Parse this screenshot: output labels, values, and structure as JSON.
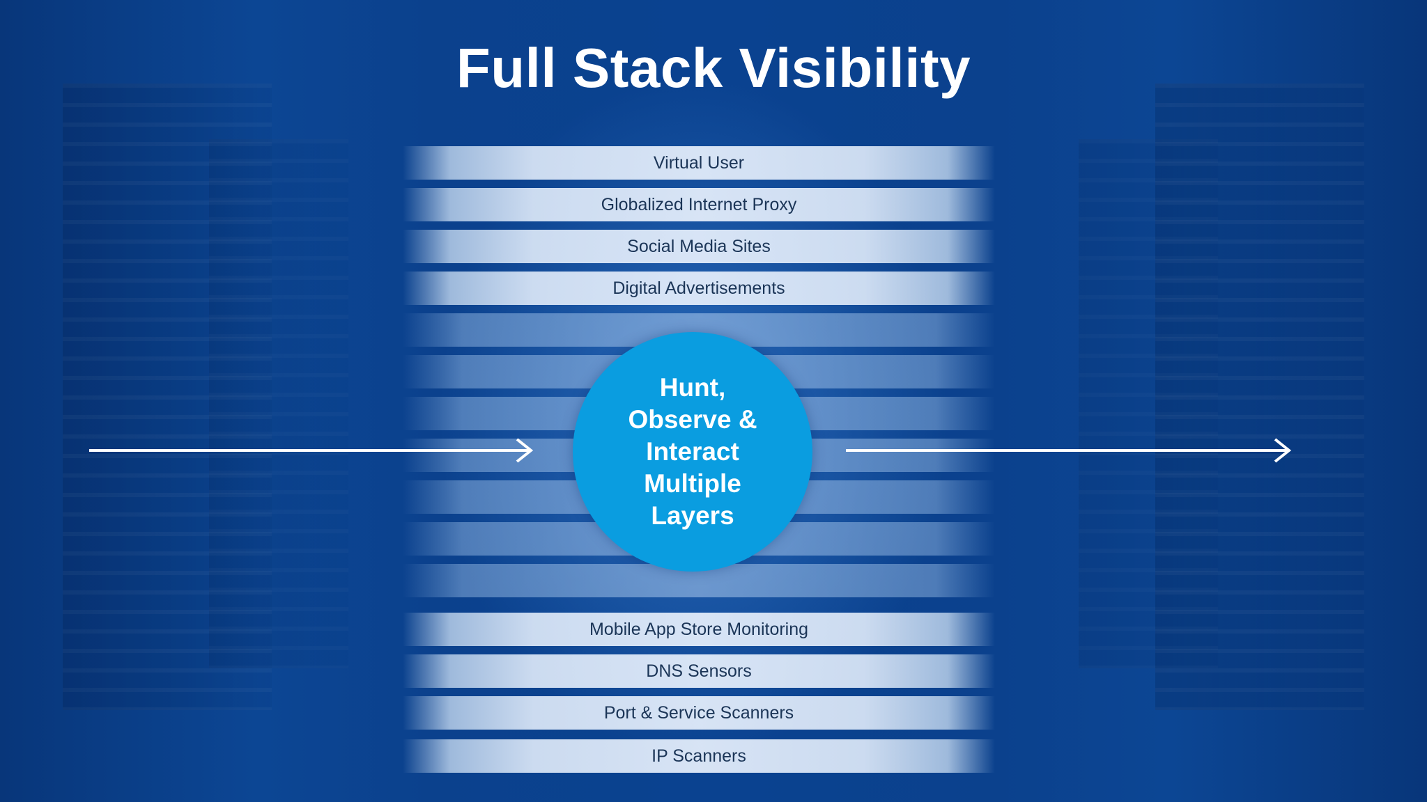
{
  "title": "Full Stack Visibility",
  "top_layers": [
    "Virtual User",
    "Globalized Internet Proxy",
    "Social Media Sites",
    "Digital Advertisements"
  ],
  "bottom_layers": [
    "Mobile App Store Monitoring",
    "DNS Sensors",
    "Port & Service Scanners",
    "IP Scanners"
  ],
  "hub": {
    "line1": "Hunt,",
    "line2": "Observe &",
    "line3": "Interact",
    "line4": "Multiple",
    "line5": "Layers"
  },
  "colors": {
    "background": "#0b418d",
    "hub": "#0a9de0",
    "layer_text": "#1b3557",
    "title": "#ffffff"
  }
}
